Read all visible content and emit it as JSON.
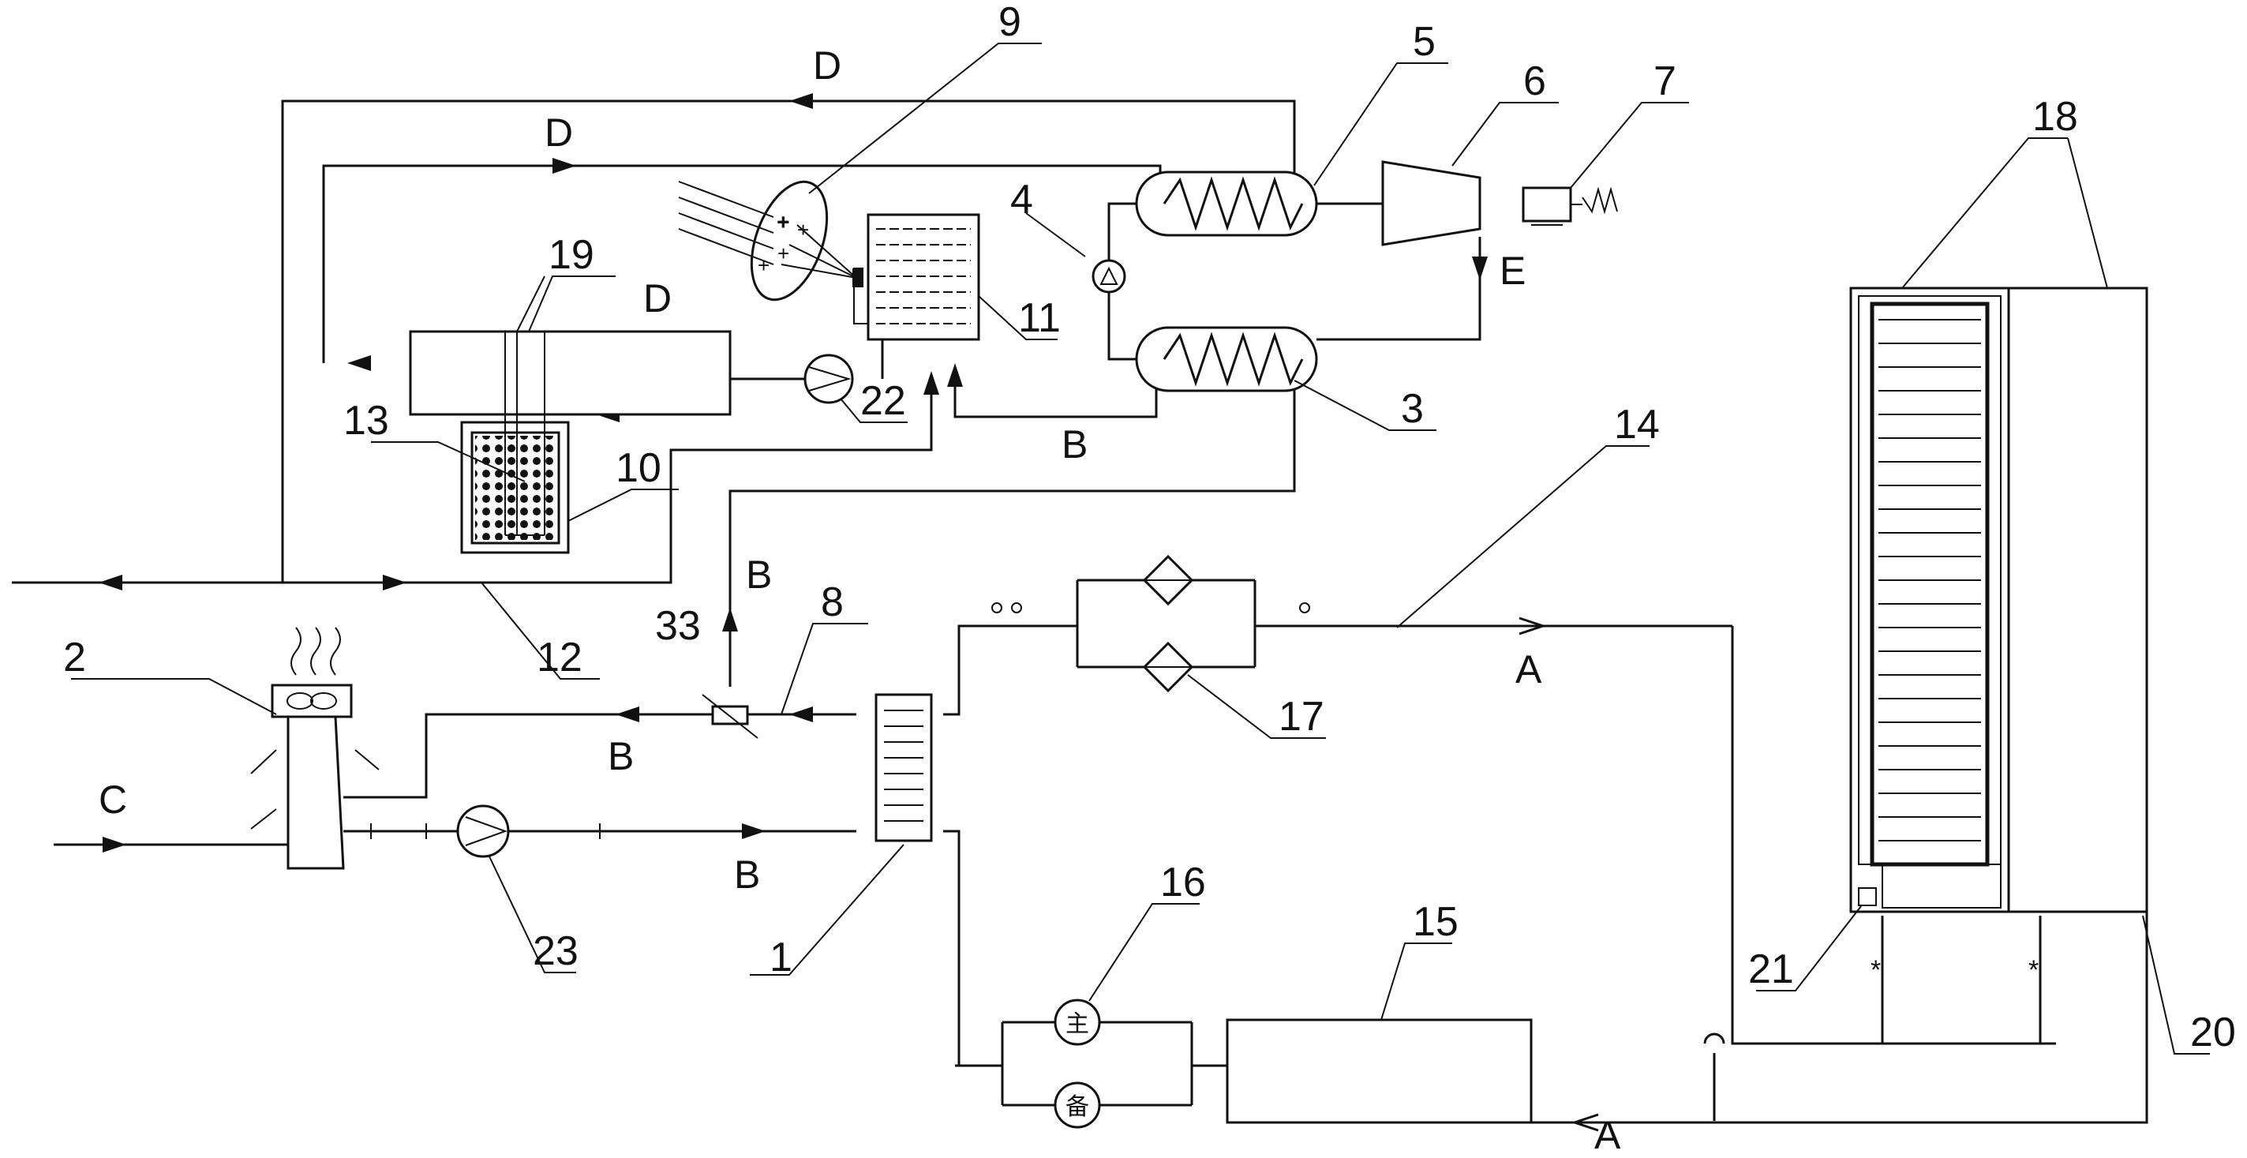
{
  "diagram": {
    "part_labels": [
      "1",
      "2",
      "3",
      "4",
      "5",
      "6",
      "7",
      "8",
      "9",
      "10",
      "11",
      "12",
      "13",
      "14",
      "15",
      "16",
      "17",
      "18",
      "19",
      "20",
      "21",
      "22",
      "23",
      "33"
    ],
    "flow_labels": {
      "A": "A",
      "B": "B",
      "C": "C",
      "D": "D",
      "E": "E"
    },
    "pump_marks": {
      "main": "主",
      "backup": "备"
    },
    "colors": {
      "line": "#111111",
      "background": "#ffffff"
    }
  }
}
